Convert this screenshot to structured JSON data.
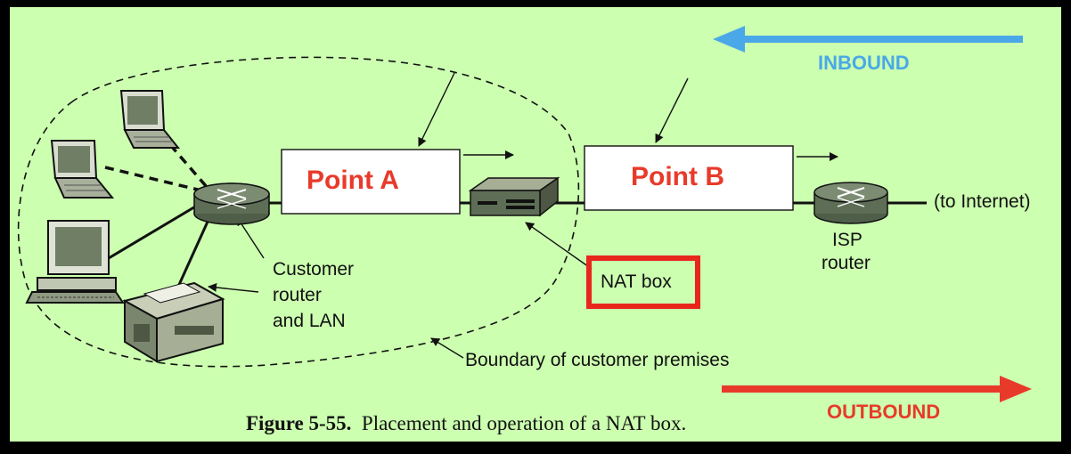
{
  "labels": {
    "inbound": "INBOUND",
    "outbound": "OUTBOUND",
    "point_a": "Point A",
    "point_b": "Point B",
    "to_internet": "(to Internet)",
    "isp_router_line1": "ISP",
    "isp_router_line2": "router",
    "customer_router_line1": "Customer",
    "customer_router_line2": "router",
    "customer_router_line3": "and LAN",
    "nat_box": "NAT box",
    "boundary": "Boundary of customer premises"
  },
  "caption": {
    "figure_number": "Figure 5-55.",
    "text": "Placement and operation of a NAT box."
  },
  "colors": {
    "background": "#ccffb0",
    "inbound": "#4aa8e8",
    "outbound": "#e83a2a",
    "point_label": "#e83a2a",
    "nat_highlight": "#e8261c",
    "router": "#5e6e56"
  },
  "icons": [
    "laptop-icon",
    "laptop-icon",
    "desktop-computer-icon",
    "printer-icon",
    "router-icon",
    "nat-device-icon",
    "router-icon"
  ]
}
